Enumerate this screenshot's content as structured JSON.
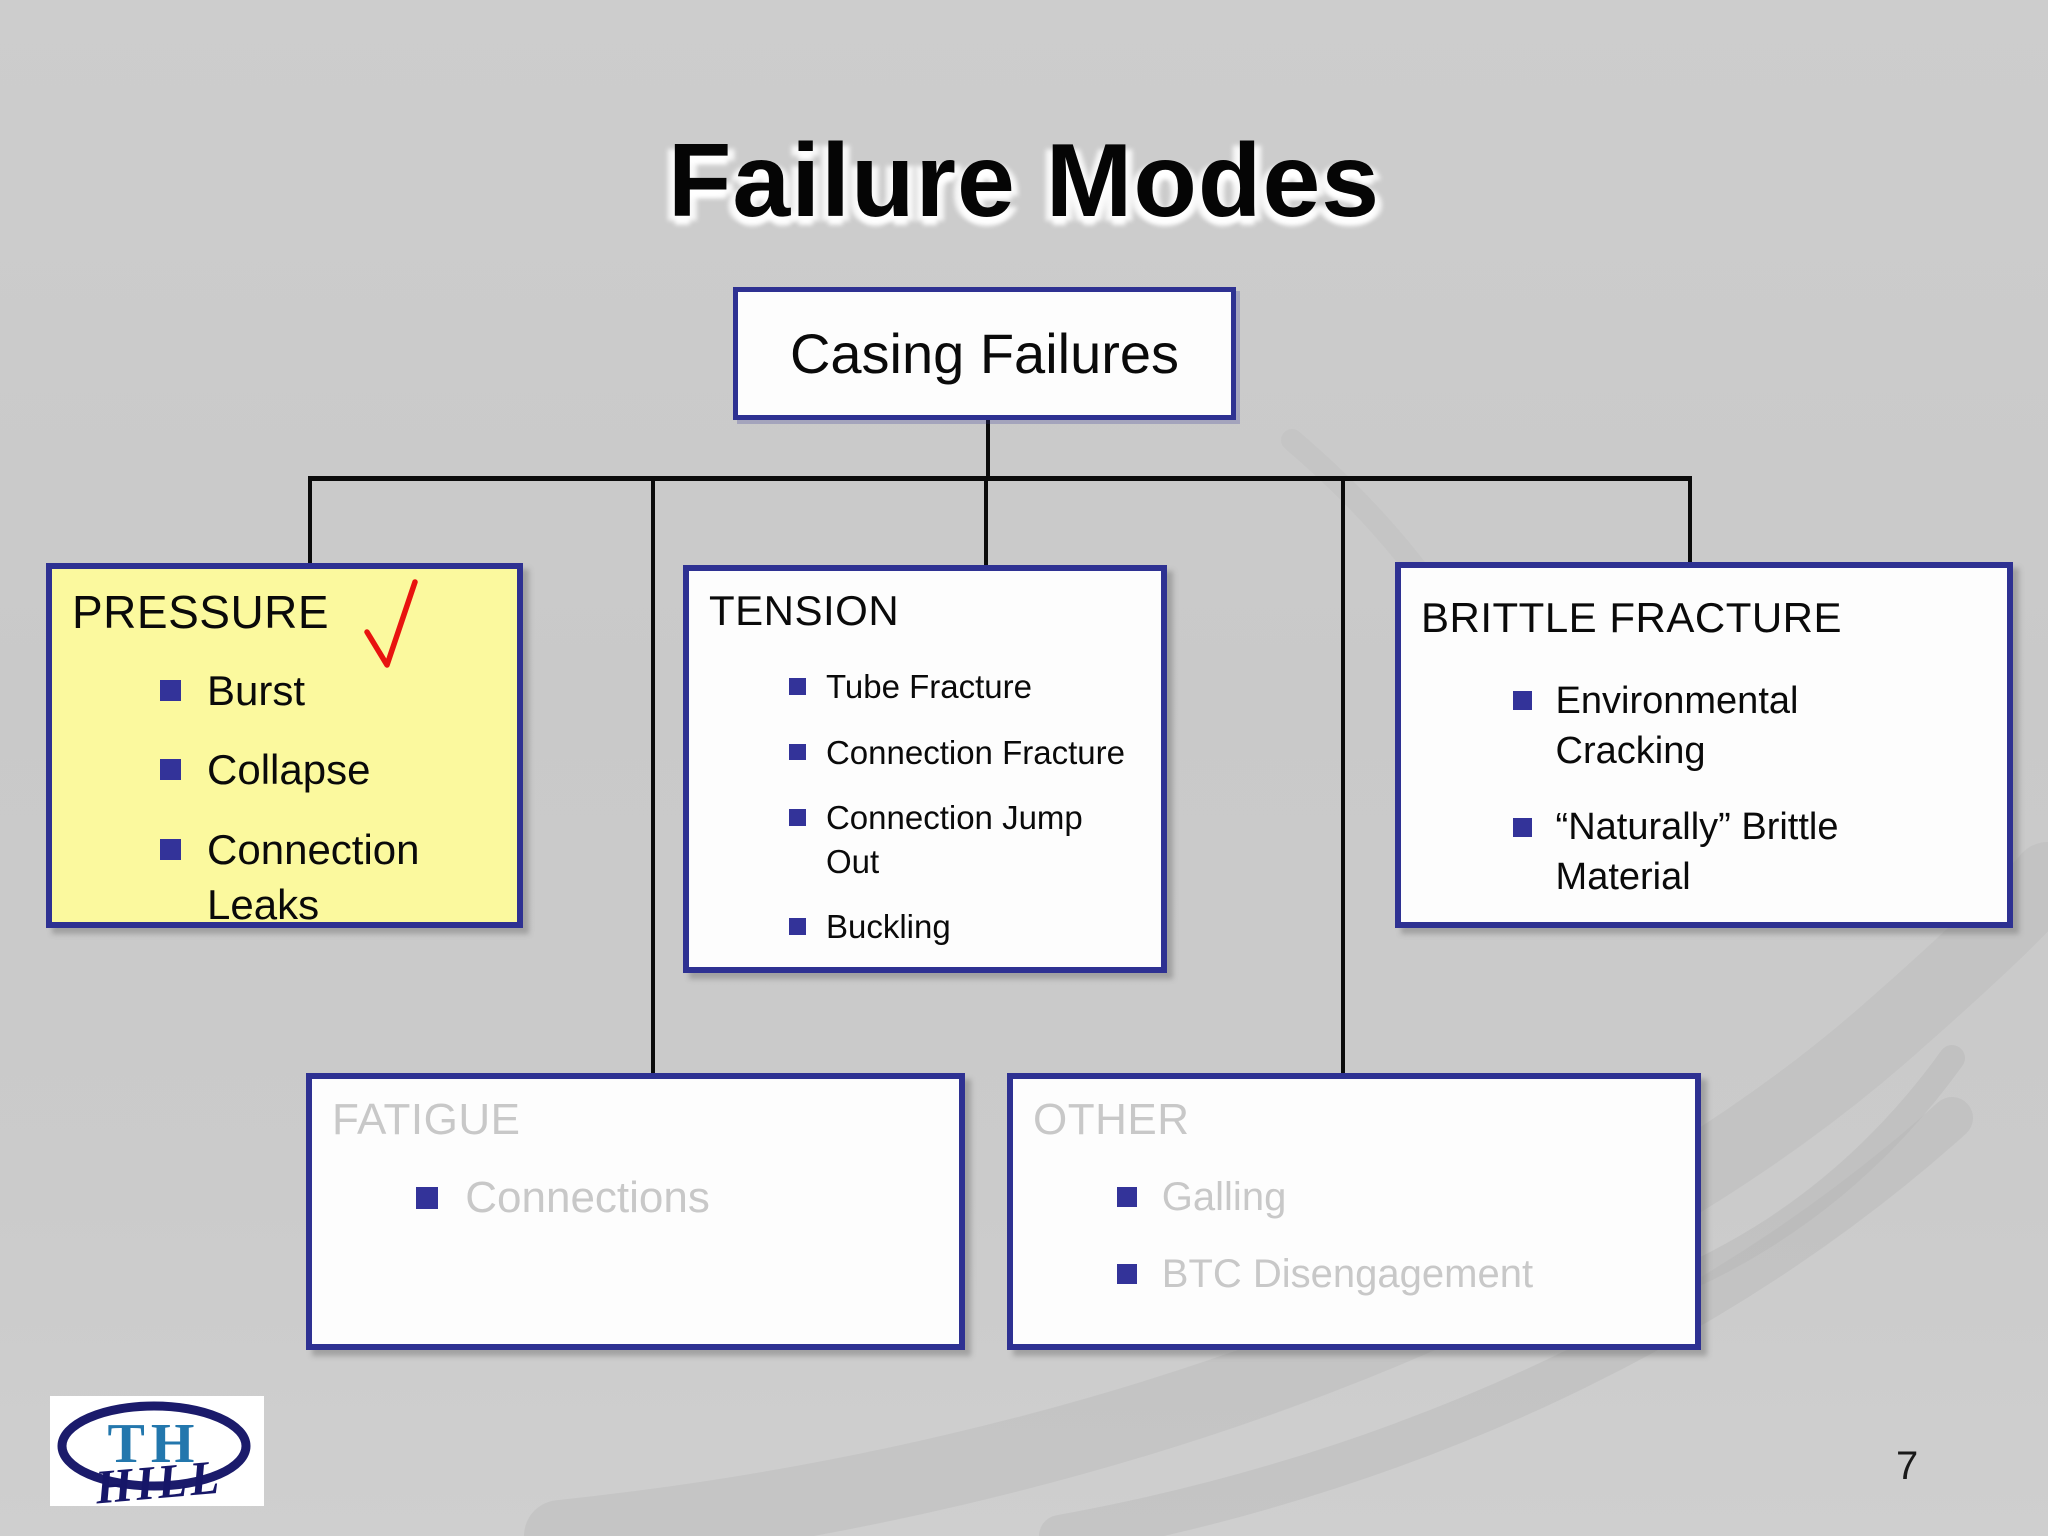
{
  "slide": {
    "title": "Failure Modes",
    "page_number": "7"
  },
  "tree": {
    "root": {
      "label": "Casing Failures"
    },
    "children": [
      {
        "header": "PRESSURE",
        "state": "highlighted",
        "annotation": "red-checkmark",
        "items": [
          "Burst",
          "Collapse",
          [
            "Connection",
            "Leaks"
          ]
        ]
      },
      {
        "header": "TENSION",
        "state": "normal",
        "items": [
          "Tube Fracture",
          "Connection Fracture",
          [
            "Connection Jump",
            "Out"
          ],
          "Buckling"
        ]
      },
      {
        "header": "BRITTLE FRACTURE",
        "state": "normal",
        "items": [
          [
            "Environmental",
            "Cracking"
          ],
          [
            "“Naturally” Brittle",
            "Material"
          ]
        ]
      },
      {
        "header": "FATIGUE",
        "state": "dimmed",
        "items": [
          "Connections"
        ]
      },
      {
        "header": "OTHER",
        "state": "dimmed",
        "items": [
          "Galling",
          "BTC Disengagement"
        ]
      }
    ]
  },
  "logo": {
    "top": "TH",
    "bottom": "HILL"
  },
  "colors": {
    "box_border": "#2e3192",
    "highlight_fill": "#fbf99e",
    "box_fill": "#fdfdfd",
    "bullet": "#333399",
    "dimmed_text": "#c8c8c8",
    "checkmark_red": "#e8130f",
    "connector_line": "#0b0b0b",
    "logo_blue": "#2377ad",
    "logo_navy": "#1b1b6b",
    "background": "#cbcbcb"
  }
}
